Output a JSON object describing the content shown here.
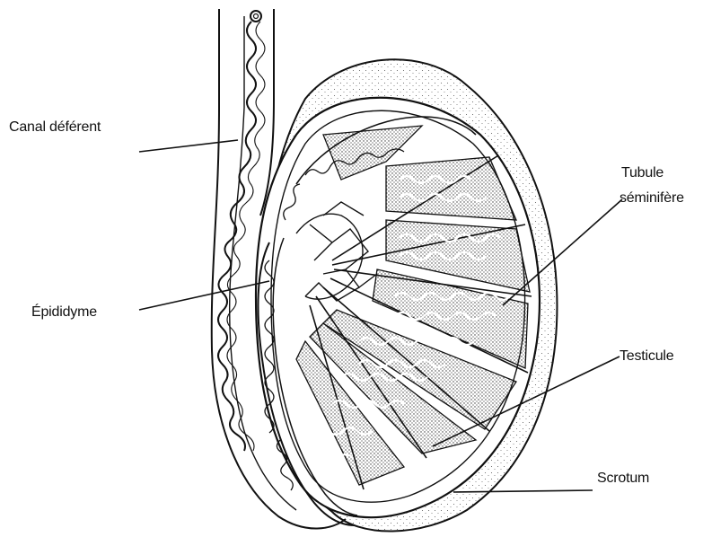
{
  "labels": {
    "canal_deferent": "Canal déférent",
    "epididyme": "Épididyme",
    "tubule_line1": "Tubule",
    "tubule_line2": "séminifère",
    "testicule": "Testicule",
    "scrotum": "Scrotum"
  },
  "colors": {
    "ink": "#111111",
    "background": "#ffffff",
    "stipple": "#555555"
  }
}
